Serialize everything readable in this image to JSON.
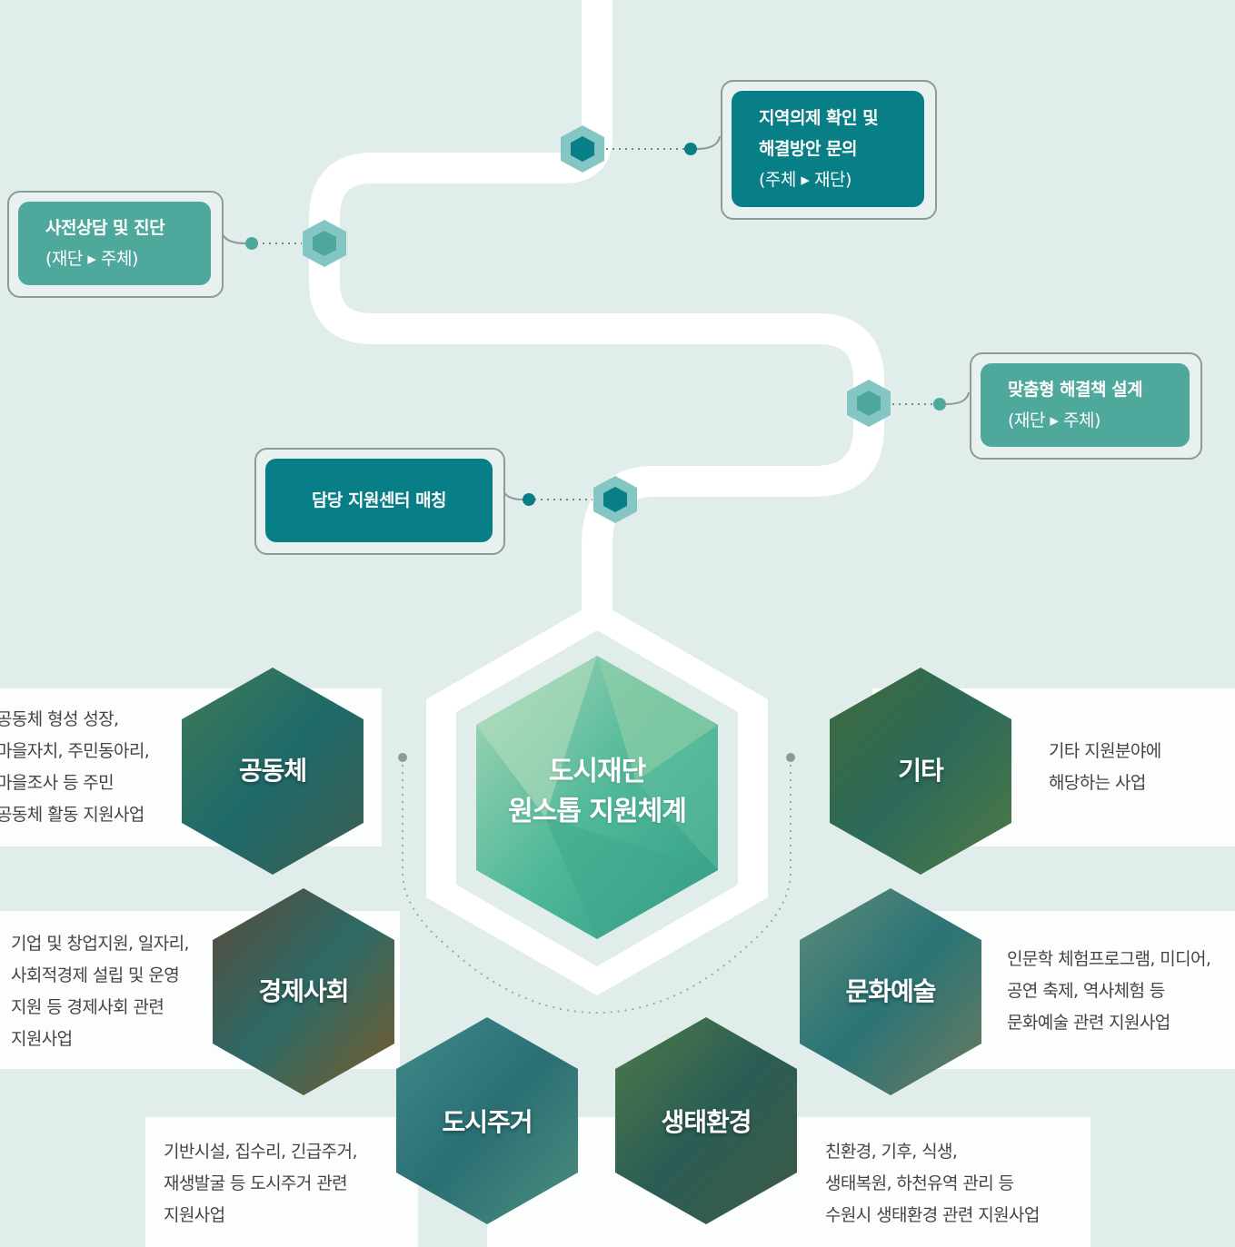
{
  "steps": [
    {
      "title": "사전상담 및 진단",
      "sub": "(재단 ▸ 주체)"
    },
    {
      "title": "지역의제 확인 및",
      "title2": "해결방안 문의",
      "sub": "(주체 ▸ 재단)"
    },
    {
      "title": "맞춤형 해결책 설계",
      "sub": "(재단 ▸ 주체)"
    },
    {
      "title": "담당 지원센터 매칭"
    }
  ],
  "center": {
    "line1": "도시재단",
    "line2": "원스톱 지원체계"
  },
  "fields": [
    {
      "label": "공동체",
      "desc": [
        "공동체 형성 성장,",
        "마을자치, 주민동아리,",
        "마을조사 등 주민",
        "공동체 활동 지원사업"
      ]
    },
    {
      "label": "경제사회",
      "desc": [
        "기업 및 창업지원, 일자리,",
        "사회적경제 설립 및 운영",
        "지원 등 경제사회 관련",
        "지원사업"
      ]
    },
    {
      "label": "도시주거",
      "desc": [
        "기반시설, 집수리, 긴급주거,",
        "재생발굴 등 도시주거 관련",
        "지원사업"
      ]
    },
    {
      "label": "생태환경",
      "desc": [
        "친환경, 기후, 식생,",
        "생태복원, 하천유역 관리 등",
        "수원시 생태환경 관련 지원사업"
      ]
    },
    {
      "label": "문화예술",
      "desc": [
        "인문학 체험프로그램, 미디어,",
        "공연 축제, 역사체험 등",
        "문화예술 관련 지원사업"
      ]
    },
    {
      "label": "기타",
      "desc": [
        "기타 지원분야에",
        "해당하는 사업"
      ]
    }
  ],
  "colors": {
    "teal_light": "#4fa89c",
    "teal_dark": "#087e86",
    "background": "#e1edeb",
    "path": "#ffffff"
  }
}
